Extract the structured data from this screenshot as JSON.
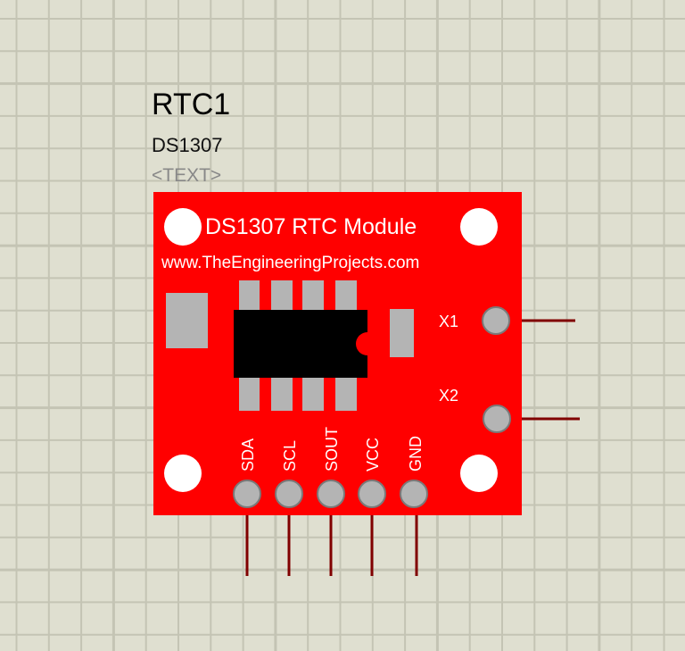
{
  "component": {
    "reference": "RTC1",
    "value": "DS1307",
    "text_placeholder": "<TEXT>",
    "board_title": "DS1307 RTC Module",
    "board_url": "www.TheEngineeringProjects.com",
    "pins_bottom": [
      "SDA",
      "SCL",
      "SOUT",
      "VCC",
      "GND"
    ],
    "pins_right": [
      "X1",
      "X2"
    ]
  },
  "colors": {
    "background": "#dfdfd0",
    "grid": "#c4c4b4",
    "board": "#ff0000",
    "pin_wire": "#800000",
    "pad": "#b4b4b4"
  }
}
